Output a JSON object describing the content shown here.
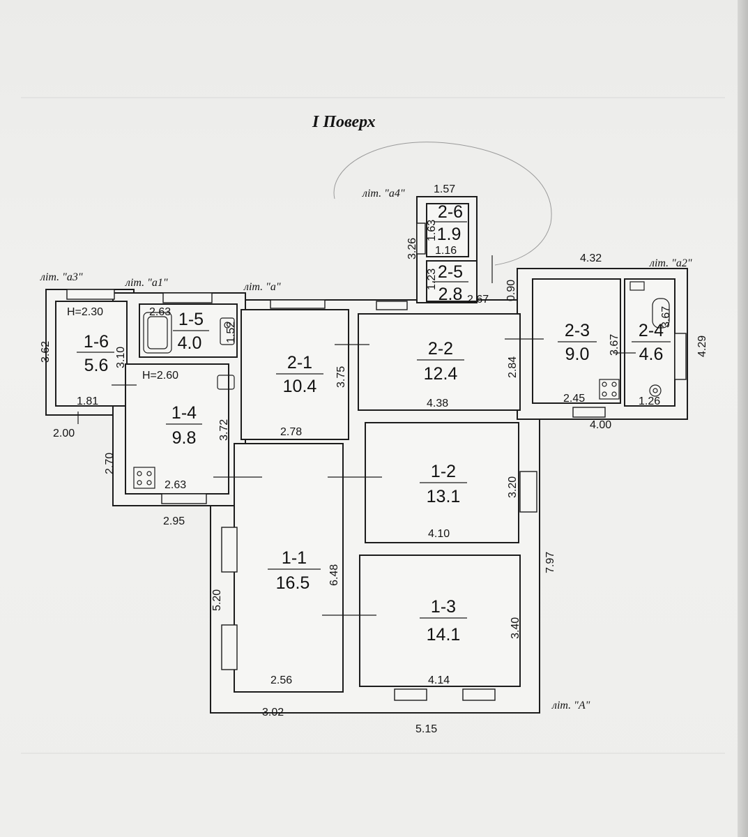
{
  "title": "I Поверх",
  "liters": {
    "a4": "літ. \"а4\"",
    "a3": "літ. \"а3\"",
    "a1": "літ. \"а1\"",
    "a": "літ. \"а\"",
    "a2": "літ. \"а2\"",
    "A": "літ. \"А\""
  },
  "rooms": [
    {
      "id": "1-1",
      "area": "16.5"
    },
    {
      "id": "1-2",
      "area": "13.1"
    },
    {
      "id": "1-3",
      "area": "14.1"
    },
    {
      "id": "1-4",
      "area": "9.8"
    },
    {
      "id": "1-5",
      "area": "4.0"
    },
    {
      "id": "1-6",
      "area": "5.6"
    },
    {
      "id": "2-1",
      "area": "10.4"
    },
    {
      "id": "2-2",
      "area": "12.4"
    },
    {
      "id": "2-3",
      "area": "9.0"
    },
    {
      "id": "2-4",
      "area": "4.6"
    },
    {
      "id": "2-5",
      "area": "2.8"
    },
    {
      "id": "2-6",
      "area": "1.9"
    }
  ],
  "heights": {
    "h1_6": "H=2.30",
    "h1_4": "H=2.60"
  },
  "dims": {
    "d1_57": "1.57",
    "d3_26": "3.26",
    "d1_63": "1.63",
    "d1_16": "1.16",
    "d1_23": "1.23",
    "d2_67": "2.67",
    "d0_90": "0.90",
    "d4_32": "4.32",
    "d2_67_top": "2.63",
    "d1_52": "1.52",
    "d3_62": "3.62",
    "d3_10": "3.10",
    "d1_81": "1.81",
    "d2_00": "2.00",
    "d2_70": "2.70",
    "d3_72": "3.72",
    "d2_63": "2.63",
    "d2_95": "2.95",
    "d3_75": "3.75",
    "d2_78": "2.78",
    "d2_84": "2.84",
    "d4_38": "4.38",
    "d3_67a": "3.67",
    "d3_67b": "3.67",
    "d2_45": "2.45",
    "d1_26": "1.26",
    "d4_00": "4.00",
    "d4_29": "4.29",
    "d3_20": "3.20",
    "d4_10": "4.10",
    "d7_97": "7.97",
    "d6_48": "6.48",
    "d5_20": "5.20",
    "d3_40": "3.40",
    "d2_56": "2.56",
    "d4_14": "4.14",
    "d3_02": "3.02",
    "d5_15": "5.15"
  }
}
